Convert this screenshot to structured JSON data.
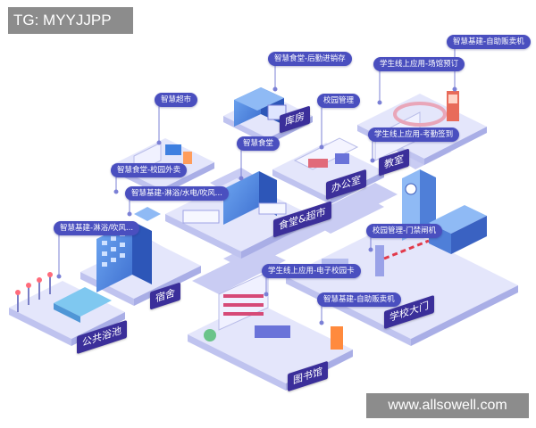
{
  "watermark_top_left": "TG: MYYJJPP",
  "watermark_bottom_right": "www.allsowell.com",
  "tags": {
    "vending_top": "智慧基建-自助贩卖机",
    "venue_booking": "学生线上应用-场馆预订",
    "canteen_stock": "智慧食堂-后勤进销存",
    "campus_manage": "校园管理",
    "smart_market": "智慧超市",
    "attendance": "学生线上应用-考勤签到",
    "smart_canteen": "智慧食堂",
    "canteen_takeout": "智慧食堂-校园外卖",
    "utilities_dorm": "智慧基建-淋浴/水电/吹风...",
    "utilities_bath": "智慧基建-淋浴/吹风...",
    "gate_access": "校园管理-门禁闸机",
    "ecard": "学生线上应用-电子校园卡",
    "vending_bottom": "智慧基建-自助贩卖机"
  },
  "buildings": {
    "warehouse": "库房",
    "office": "办公室",
    "classroom": "教室",
    "canteen_market": "食堂&超市",
    "dorm": "宿舍",
    "public_bath": "公共浴池",
    "school_gate": "学校大门",
    "library": "图书馆"
  },
  "colors": {
    "platform": "#e4e6fb",
    "platform_side": "#bfc3ef",
    "road": "#c9ccf3",
    "tag_bg": "#4a4fbf",
    "label_bg": "#3b2f9a",
    "accent_blue": "#3e7fe0"
  }
}
